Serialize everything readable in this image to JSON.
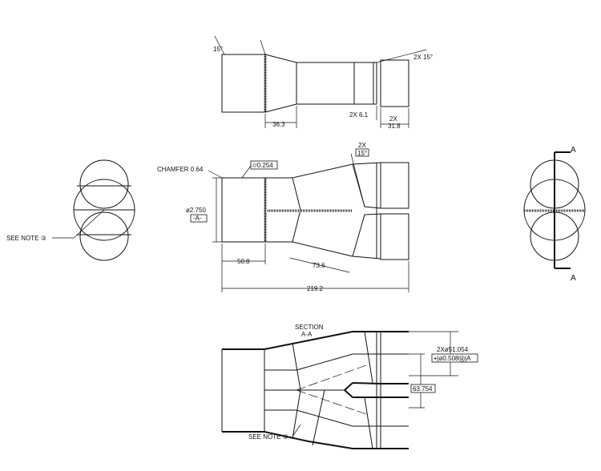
{
  "top_view": {
    "angle_left": "15°",
    "angle_right": "2X 15°",
    "dim_cone": "36.3",
    "dim_ring": "2X 6.1",
    "dim_end_qty": "2X",
    "dim_end": "31.8"
  },
  "front_view": {
    "chamfer": "CHAMFER 0.64",
    "tolerance": "⌭0.254",
    "diameter": "ø2.750",
    "datum": "-A-",
    "angle_qty": "2X",
    "angle": "15°",
    "dim_tube": "50.8",
    "dim_branch": "73.6",
    "dim_overall": "219.2"
  },
  "left_view": {
    "note": "SEE NOTE ③"
  },
  "right_view": {
    "section_label_top": "A",
    "section_label_bottom": "A"
  },
  "section_view": {
    "title": "SECTION",
    "subtitle": "A-A",
    "outlet_diameter": "2Xø51.054",
    "position_tol": "⌖|ø0.508Ⓜ|A",
    "spacing": "63.754",
    "note": "SEE NOTE ③"
  }
}
